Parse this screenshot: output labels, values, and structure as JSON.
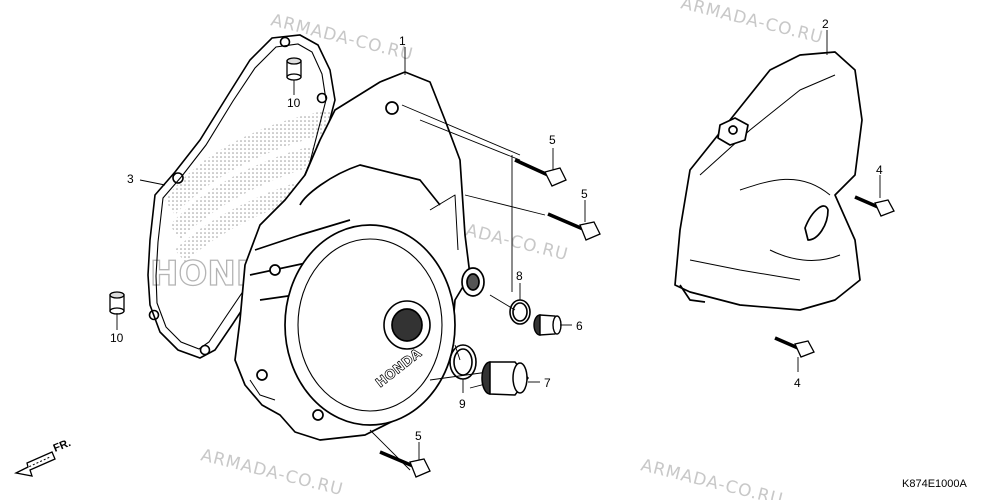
{
  "diagram": {
    "code": "K874E1000A",
    "front_label": "FR.",
    "brand_mark": "HONDA",
    "watermark": "ARMADA-CO.RU",
    "callouts": {
      "c1": "1",
      "c2": "2",
      "c3": "3",
      "c4a": "4",
      "c4b": "4",
      "c5a": "5",
      "c5b": "5",
      "c5c": "5",
      "c6": "6",
      "c7": "7",
      "c8": "8",
      "c9": "9",
      "c10a": "10",
      "c10b": "10"
    }
  }
}
